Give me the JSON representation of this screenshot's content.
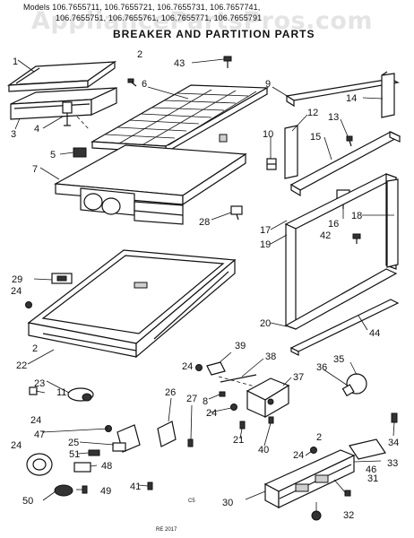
{
  "header": {
    "models_line1": "Models 106.7655711, 106.7655721, 106.7655731, 106.7657741,",
    "models_line2": "106.7655751, 106.7655761, 106.7655771, 106.7655791",
    "title": "BREAKER AND PARTITION PARTS",
    "watermark": "AppliancePartsPros.com"
  },
  "footer": {
    "code": "RE 2017",
    "center_mark": "C5"
  },
  "callouts": {
    "c1": "1",
    "c2": "2",
    "c3": "3",
    "c4": "4",
    "c5": "5",
    "c6": "6",
    "c7": "7",
    "c8": "8",
    "c9": "9",
    "c10": "10",
    "c11": "11",
    "c12": "12",
    "c13": "13",
    "c14": "14",
    "c15": "15",
    "c16": "16",
    "c17": "17",
    "c18": "18",
    "c19": "19",
    "c20": "20",
    "c21": "21",
    "c22": "22",
    "c23": "23",
    "c24a": "24",
    "c24b": "24",
    "c24c": "24",
    "c24d": "24",
    "c24e": "24",
    "c24f": "24",
    "c25": "25",
    "c26": "26",
    "c27": "27",
    "c28": "28",
    "c29": "29",
    "c30": "30",
    "c31": "31",
    "c32": "32",
    "c33": "33",
    "c34": "34",
    "c35": "35",
    "c36": "36",
    "c37": "37",
    "c38": "38",
    "c39": "39",
    "c40": "40",
    "c41": "41",
    "c42": "42",
    "c43": "43",
    "c44": "44",
    "c46": "46",
    "c47": "47",
    "c48": "48",
    "c49": "49",
    "c50": "50",
    "c51": "51",
    "c2b": "2",
    "c2c": "2"
  }
}
